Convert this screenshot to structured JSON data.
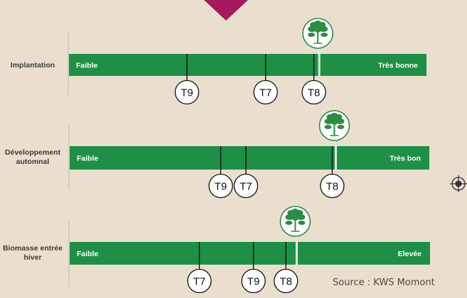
{
  "source": "Source : KWS Momont",
  "chart_data": {
    "type": "scale-comparison",
    "marker_icon": "plant-icon",
    "rows": [
      {
        "label": "Implantation",
        "low_label": "Faible",
        "high_label": "Très bonne",
        "plant_position": 0.7,
        "markers": [
          {
            "label": "T9",
            "value": 0.33
          },
          {
            "label": "T7",
            "value": 0.55
          },
          {
            "label": "T8",
            "value": 0.685
          }
        ]
      },
      {
        "label": "Développement automnal",
        "low_label": "Faible",
        "high_label": "Très bon",
        "plant_position": 0.74,
        "markers": [
          {
            "label": "T9",
            "value": 0.42
          },
          {
            "label": "T7",
            "value": 0.49
          },
          {
            "label": "T8",
            "value": 0.73
          }
        ]
      },
      {
        "label": "Biomasse entrée hiver",
        "low_label": "Faible",
        "high_label": "Elevée",
        "plant_position": 0.63,
        "markers": [
          {
            "label": "T7",
            "value": 0.36
          },
          {
            "label": "T9",
            "value": 0.51
          },
          {
            "label": "T8",
            "value": 0.6
          }
        ]
      }
    ]
  },
  "colors": {
    "background": "#eadfce",
    "bar": "#1f8f48",
    "bar_text": "#ffffff",
    "plant": "#2e8b46",
    "top_triangle": "#a4195f"
  }
}
